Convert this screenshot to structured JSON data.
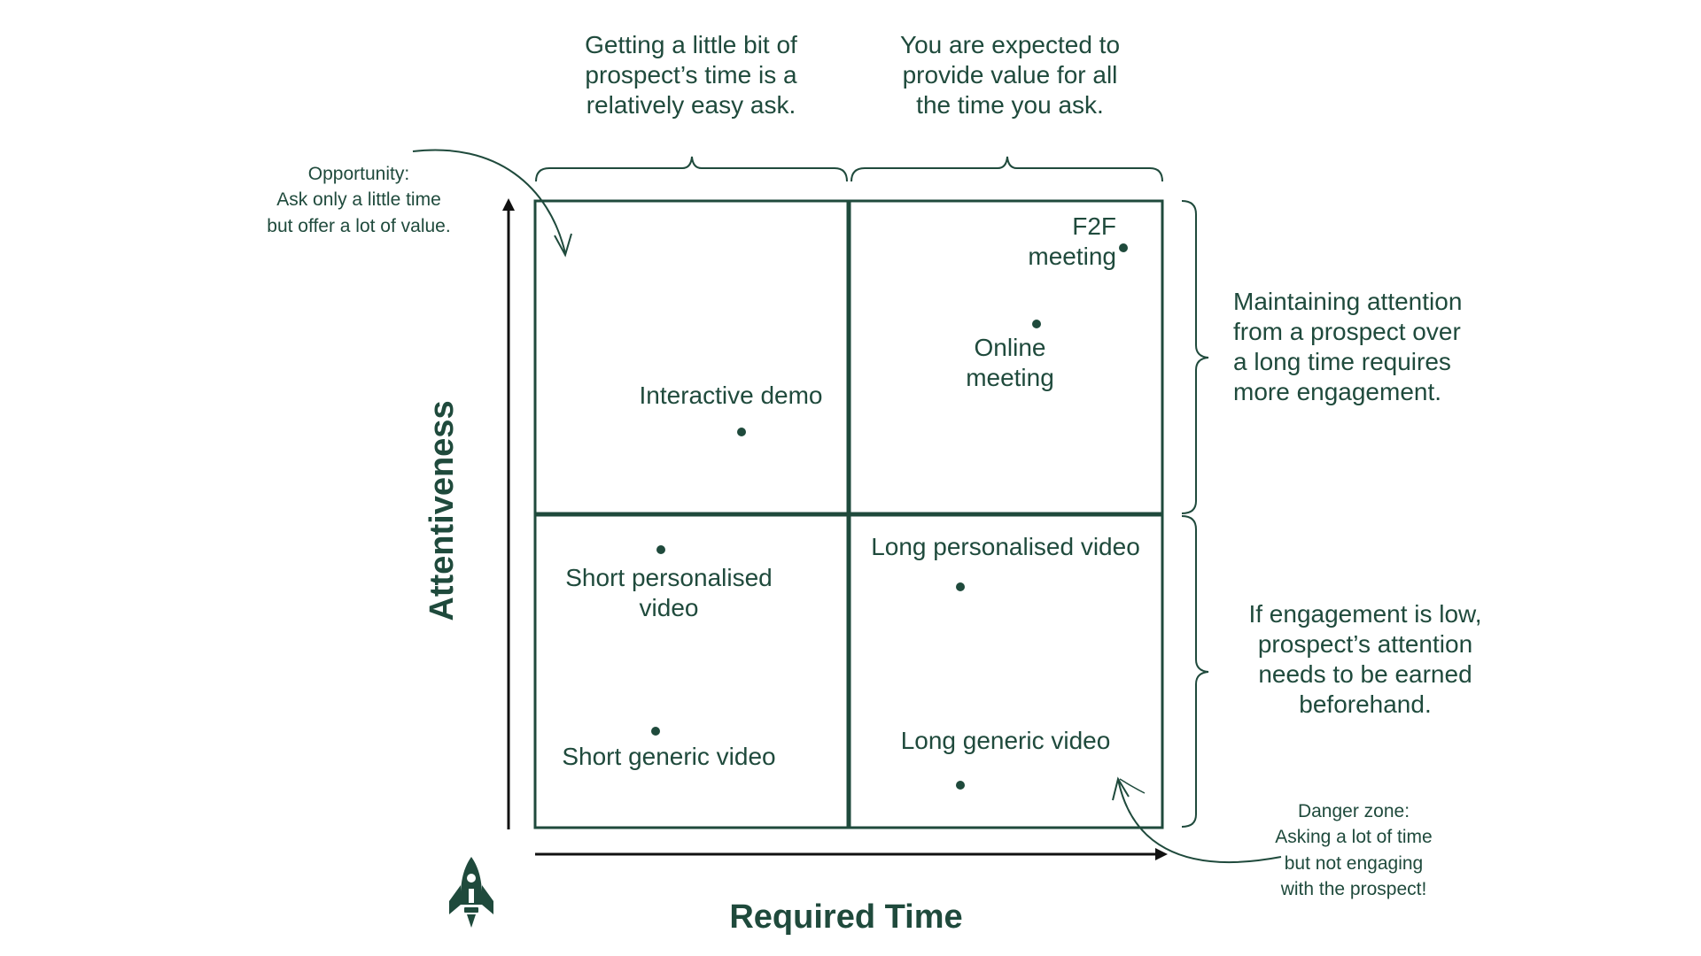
{
  "colors": {
    "primary": "#1f4a3c",
    "background": "#ffffff",
    "axis": "#111111"
  },
  "axes": {
    "y_label": "Attentiveness",
    "x_label": "Required Time"
  },
  "top_notes": {
    "left": "Getting a little bit of\nprospect’s time is a\nrelatively easy ask.",
    "right": "You are expected to\nprovide value for all\nthe time you ask."
  },
  "side_notes": {
    "upper": "Maintaining attention\nfrom a prospect over\na long time requires\nmore engagement.",
    "lower": "If engagement is low,\nprospect’s attention\nneeds to be earned\nbeforehand."
  },
  "callouts": {
    "opportunity": "Opportunity:\nAsk only a little time\nbut offer a lot of value.",
    "danger": "Danger zone:\nAsking a lot of time\nbut not engaging\nwith the prospect!"
  },
  "items": {
    "f2f": "F2F\nmeeting",
    "online": "Online\nmeeting",
    "interactive": "Interactive demo",
    "short_personalised": "Short personalised\nvideo",
    "short_generic": "Short generic video",
    "long_personalised": "Long personalised video",
    "long_generic": "Long generic video"
  },
  "logo": {
    "icon": "rocket-icon"
  }
}
